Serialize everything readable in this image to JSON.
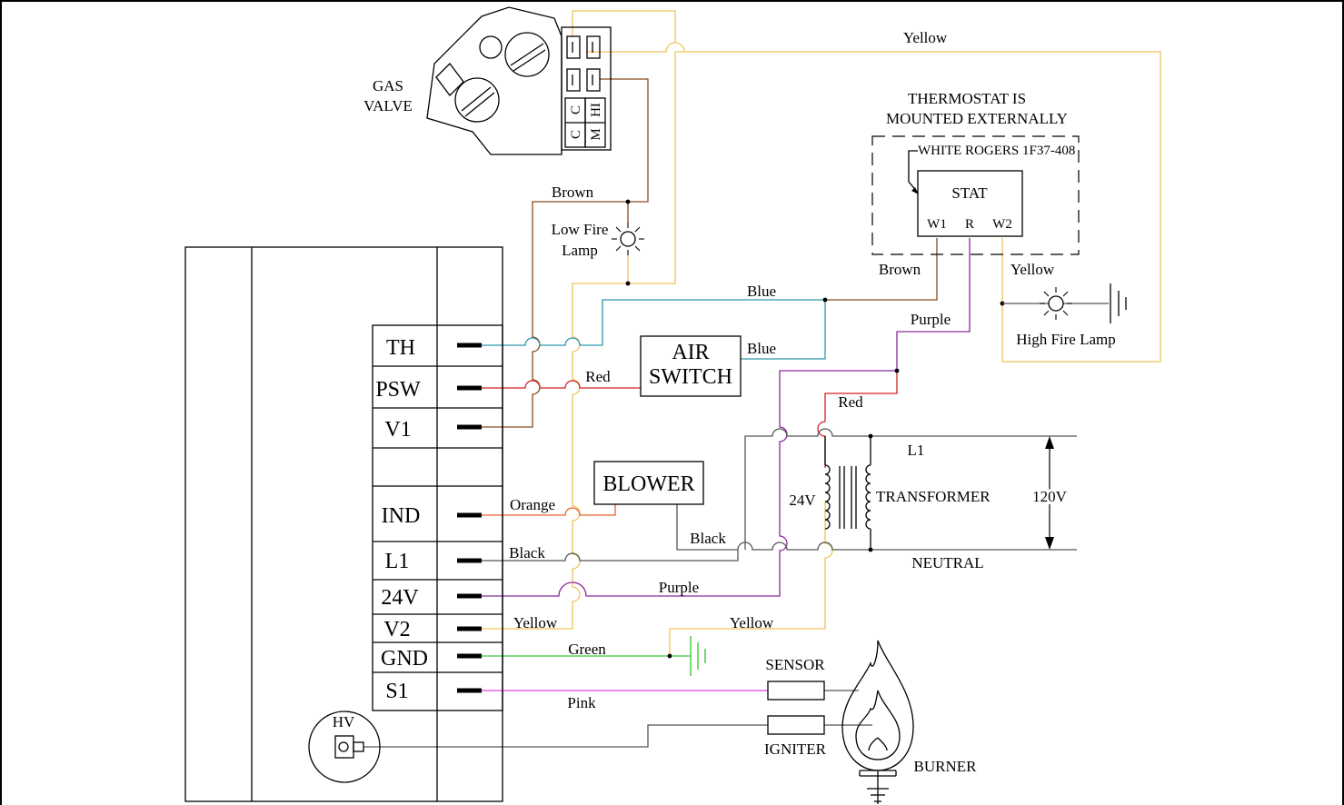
{
  "gas_valve": {
    "label_line1": "GAS",
    "label_line2": "VALVE",
    "terminal_c1": "C",
    "terminal_c2": "C",
    "terminal_m": "M",
    "terminal_hi": "HI"
  },
  "thermostat": {
    "note_line1": "THERMOSTAT IS",
    "note_line2": "MOUNTED EXTERNALLY",
    "model": "WHITE ROGERS 1F37-408",
    "box_label": "STAT",
    "terminal_w1": "W1",
    "terminal_r": "R",
    "terminal_w2": "W2"
  },
  "control_terminals": [
    "TH",
    "PSW",
    "V1",
    "IND",
    "L1",
    "24V",
    "V2",
    "GND",
    "S1"
  ],
  "components": {
    "air_switch_line1": "AIR",
    "air_switch_line2": "SWITCH",
    "blower": "BLOWER",
    "transformer": "TRANSFORMER",
    "transformer_secondary": "24V",
    "supply_voltage": "120V",
    "line": "L1",
    "neutral": "NEUTRAL",
    "low_fire_lamp_line1": "Low Fire",
    "low_fire_lamp_line2": "Lamp",
    "high_fire_lamp": "High Fire Lamp",
    "sensor": "SENSOR",
    "igniter": "IGNITER",
    "burner": "BURNER",
    "hv": "HV"
  },
  "wire_labels": {
    "yellow_top": "Yellow",
    "brown_valve": "Brown",
    "brown_stat": "Brown",
    "yellow_stat": "Yellow",
    "blue_top": "Blue",
    "blue_air": "Blue",
    "purple_top": "Purple",
    "red_psw": "Red",
    "red_transformer": "Red",
    "orange": "Orange",
    "black_blower": "Black",
    "black_l1": "Black",
    "purple_24v": "Purple",
    "yellow_v2": "Yellow",
    "yellow_transformer": "Yellow",
    "green": "Green",
    "pink": "Pink"
  },
  "colors": {
    "yellow": "#f2c45a",
    "brown": "#8b4a1c",
    "blue": "#2c98a8",
    "purple": "#8a2a9c",
    "red": "#d42020",
    "orange": "#e8602a",
    "black": "#555555",
    "green": "#3cc93c",
    "pink": "#e040e0"
  }
}
